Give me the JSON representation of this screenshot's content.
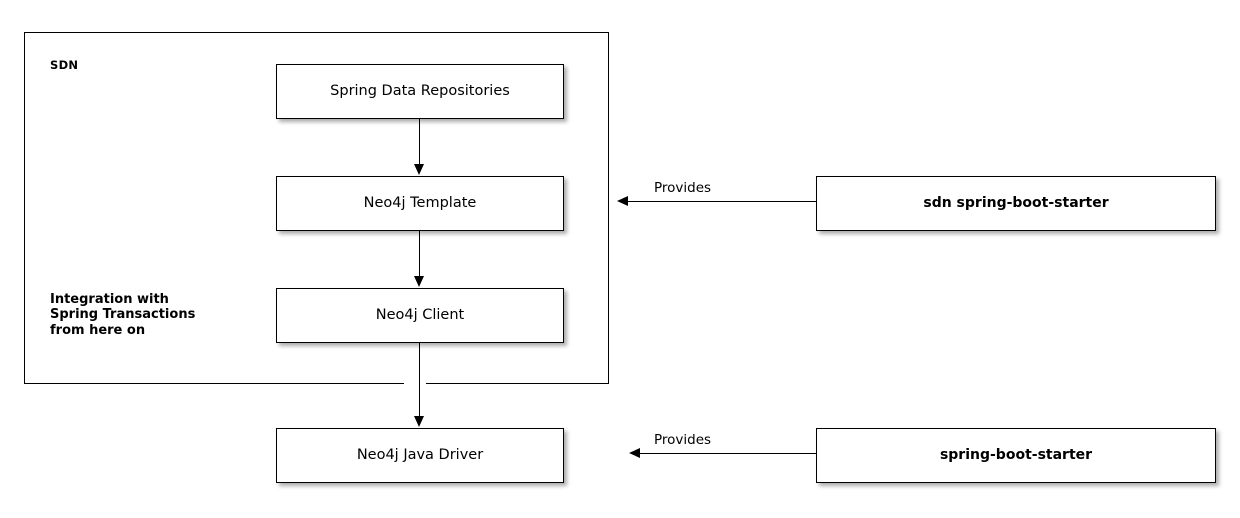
{
  "diagram": {
    "type": "architecture-layer-diagram",
    "background": "#ffffff",
    "stroke": "#000000",
    "container": {
      "label": "SDN"
    },
    "note": "Integration with\nSpring Transactions\nfrom here on",
    "nodes": [
      {
        "id": "spring-data-repositories",
        "label": "Spring Data Repositories"
      },
      {
        "id": "neo4j-template",
        "label": "Neo4j Template"
      },
      {
        "id": "neo4j-client",
        "label": "Neo4j Client"
      },
      {
        "id": "neo4j-java-driver",
        "label": "Neo4j Java Driver"
      },
      {
        "id": "sdn-spring-boot-starter",
        "label": "sdn spring-boot-starter"
      },
      {
        "id": "spring-boot-starter",
        "label": "spring-boot-starter"
      }
    ],
    "edges": [
      {
        "from": "spring-data-repositories",
        "to": "neo4j-template",
        "label": ""
      },
      {
        "from": "neo4j-template",
        "to": "neo4j-client",
        "label": ""
      },
      {
        "from": "neo4j-client",
        "to": "neo4j-java-driver",
        "label": ""
      },
      {
        "from": "sdn-spring-boot-starter",
        "to": "neo4j-template",
        "label": "Provides"
      },
      {
        "from": "spring-boot-starter",
        "to": "neo4j-java-driver",
        "label": "Provides"
      }
    ]
  }
}
